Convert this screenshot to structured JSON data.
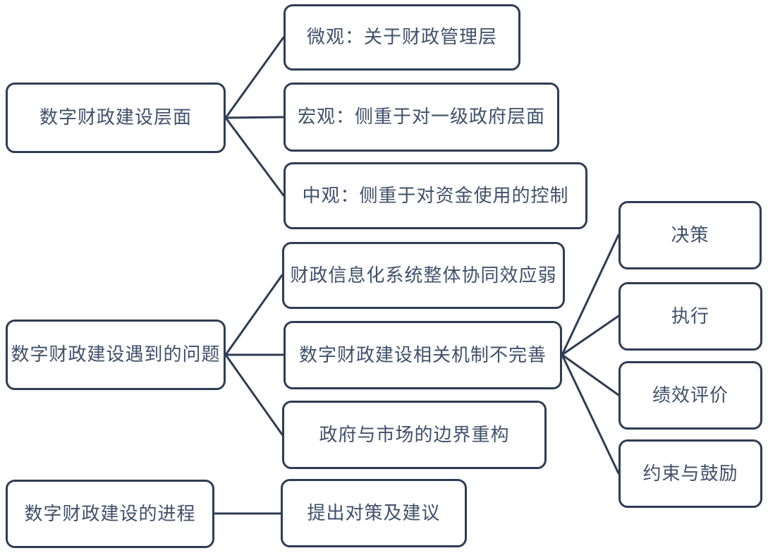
{
  "diagram": {
    "type": "mind-map-tree",
    "background_color": "#ffffff",
    "stroke_color": "#2e3d53",
    "text_color": "#40506a",
    "nodes": [
      {
        "id": "construction-levels",
        "label": "数字财政建设层面",
        "role": "root"
      },
      {
        "id": "micro-level",
        "label": "微观：关于财政管理层",
        "role": "child-of-construction-levels"
      },
      {
        "id": "macro-level",
        "label": "宏观：侧重于对一级政府层面",
        "role": "child-of-construction-levels"
      },
      {
        "id": "meso-level",
        "label": "中观：侧重于对资金使用的控制",
        "role": "child-of-construction-levels"
      },
      {
        "id": "problems",
        "label": "数字财政建设遇到的问题",
        "role": "root"
      },
      {
        "id": "weak-synergy",
        "label": "财政信息化系统整体协同效应弱",
        "role": "child-of-problems"
      },
      {
        "id": "imperfect-mechanism",
        "label": "数字财政建设相关机制不完善",
        "role": "child-of-problems"
      },
      {
        "id": "boundary-restructure",
        "label": "政府与市场的边界重构",
        "role": "child-of-problems"
      },
      {
        "id": "decision",
        "label": "决策",
        "role": "child-of-imperfect-mechanism"
      },
      {
        "id": "execution",
        "label": "执行",
        "role": "child-of-imperfect-mechanism"
      },
      {
        "id": "performance-evaluation",
        "label": "绩效评价",
        "role": "child-of-imperfect-mechanism"
      },
      {
        "id": "constraint-encouragement",
        "label": "约束与鼓励",
        "role": "child-of-imperfect-mechanism"
      },
      {
        "id": "construction-process",
        "label": "数字财政建设的进程",
        "role": "root"
      },
      {
        "id": "suggestions",
        "label": "提出对策及建议",
        "role": "child-of-construction-process"
      }
    ]
  }
}
